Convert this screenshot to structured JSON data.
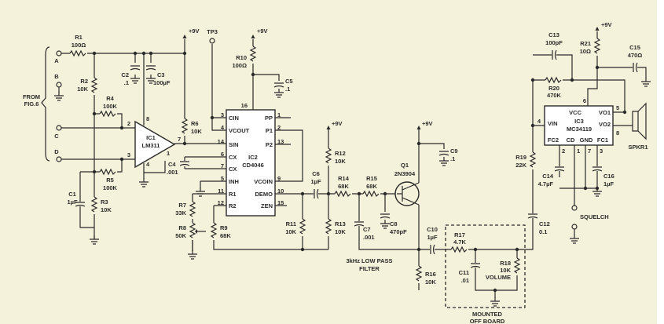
{
  "terminals": {
    "a": "A",
    "b": "B",
    "c": "C",
    "d": "D",
    "from": "FROM",
    "fig": "FIG.6",
    "tp3": "TP3"
  },
  "supply": "+9V",
  "r": {
    "r1": {
      "ref": "R1",
      "value": "100Ω"
    },
    "r2": {
      "ref": "R2",
      "value": "10K"
    },
    "r3": {
      "ref": "R3",
      "value": "10K"
    },
    "r4": {
      "ref": "R4",
      "value": "100K"
    },
    "r5": {
      "ref": "R5",
      "value": "100K"
    },
    "r6": {
      "ref": "R6",
      "value": "10K"
    },
    "r7": {
      "ref": "R7",
      "value": "33K"
    },
    "r8": {
      "ref": "R8",
      "value": "50K"
    },
    "r9": {
      "ref": "R9",
      "value": "68K"
    },
    "r10": {
      "ref": "R10",
      "value": "100Ω"
    },
    "r11": {
      "ref": "R11",
      "value": "10K"
    },
    "r12": {
      "ref": "R12",
      "value": "10K"
    },
    "r13": {
      "ref": "R13",
      "value": "10K"
    },
    "r14": {
      "ref": "R14",
      "value": "68K"
    },
    "r15": {
      "ref": "R15",
      "value": "68K"
    },
    "r16": {
      "ref": "R16",
      "value": "10K"
    },
    "r17": {
      "ref": "R17",
      "value": "4.7K"
    },
    "r18": {
      "ref": "R18",
      "value": "10K",
      "extra": "VOLUME"
    },
    "r19": {
      "ref": "R19",
      "value": "22K"
    },
    "r20": {
      "ref": "R20",
      "value": "470K"
    },
    "r21": {
      "ref": "R21",
      "value": "10Ω"
    }
  },
  "c": {
    "c1": {
      "ref": "C1",
      "value": "1µF"
    },
    "c2": {
      "ref": "C2",
      "value": ".1"
    },
    "c3": {
      "ref": "C3",
      "value": "100µF"
    },
    "c4": {
      "ref": "C4",
      "value": ".001"
    },
    "c5": {
      "ref": "C5",
      "value": ".1"
    },
    "c6": {
      "ref": "C6",
      "value": "1µF"
    },
    "c7": {
      "ref": "C7",
      "value": ".001"
    },
    "c8": {
      "ref": "C8",
      "value": "470pF"
    },
    "c9": {
      "ref": "C9",
      "value": ".1"
    },
    "c10": {
      "ref": "C10",
      "value": "1µF"
    },
    "c11": {
      "ref": "C11",
      "value": ".01"
    },
    "c12": {
      "ref": "C12",
      "value": "0.1"
    },
    "c13": {
      "ref": "C13",
      "value": "100pF"
    },
    "c14": {
      "ref": "C14",
      "value": "4.7µF"
    },
    "c15": {
      "ref": "C15",
      "value": "470Ω"
    },
    "c16": {
      "ref": "C16",
      "value": "1µF"
    }
  },
  "ic1": {
    "ref": "IC1",
    "part": "LM311",
    "pins": [
      "2",
      "3",
      "8",
      "7",
      "1",
      "4"
    ]
  },
  "ic2": {
    "ref": "IC2",
    "part": "CD4046",
    "top_pin": "16",
    "left": [
      {
        "n": "3",
        "l": "CIN"
      },
      {
        "n": "4",
        "l": "VCOUT"
      },
      {
        "n": "14",
        "l": "SIN"
      },
      {
        "n": "6",
        "l": "CX"
      },
      {
        "n": "7",
        "l": "CX"
      },
      {
        "n": "5",
        "l": "INH"
      },
      {
        "n": "11",
        "l": "R1"
      },
      {
        "n": "12",
        "l": "R2"
      }
    ],
    "right": [
      {
        "n": "1",
        "l": "PP"
      },
      {
        "n": "2",
        "l": "P1"
      },
      {
        "n": "13",
        "l": "P2"
      },
      {
        "n": "9",
        "l": "VCOIN"
      },
      {
        "n": "10",
        "l": "DEMO"
      },
      {
        "n": "15",
        "l": "ZEN"
      }
    ]
  },
  "q1": {
    "ref": "Q1",
    "part": "2N3904"
  },
  "ic3": {
    "ref": "IC3",
    "part": "MC34119",
    "vcc": "VCC",
    "vin": "VIN",
    "vo1": "VO1",
    "vo2": "VO2",
    "fc2": "FC2",
    "cd": "CD",
    "gnd": "GND",
    "fc1": "FC1",
    "pins": {
      "p6": "6",
      "p4": "4",
      "p5": "5",
      "p8": "8",
      "p2": "2",
      "p1": "1",
      "p7": "7",
      "p3": "3"
    }
  },
  "spkr": "SPKR1",
  "squelch": "SQUELCH",
  "filter": {
    "line1": "3kHz LOW PASS",
    "line2": "FILTER"
  },
  "offboard": {
    "line1": "MOUNTED",
    "line2": "OFF BOARD"
  },
  "colors": {
    "paper": "#f4f2da",
    "ink": "#2a2a2a"
  }
}
